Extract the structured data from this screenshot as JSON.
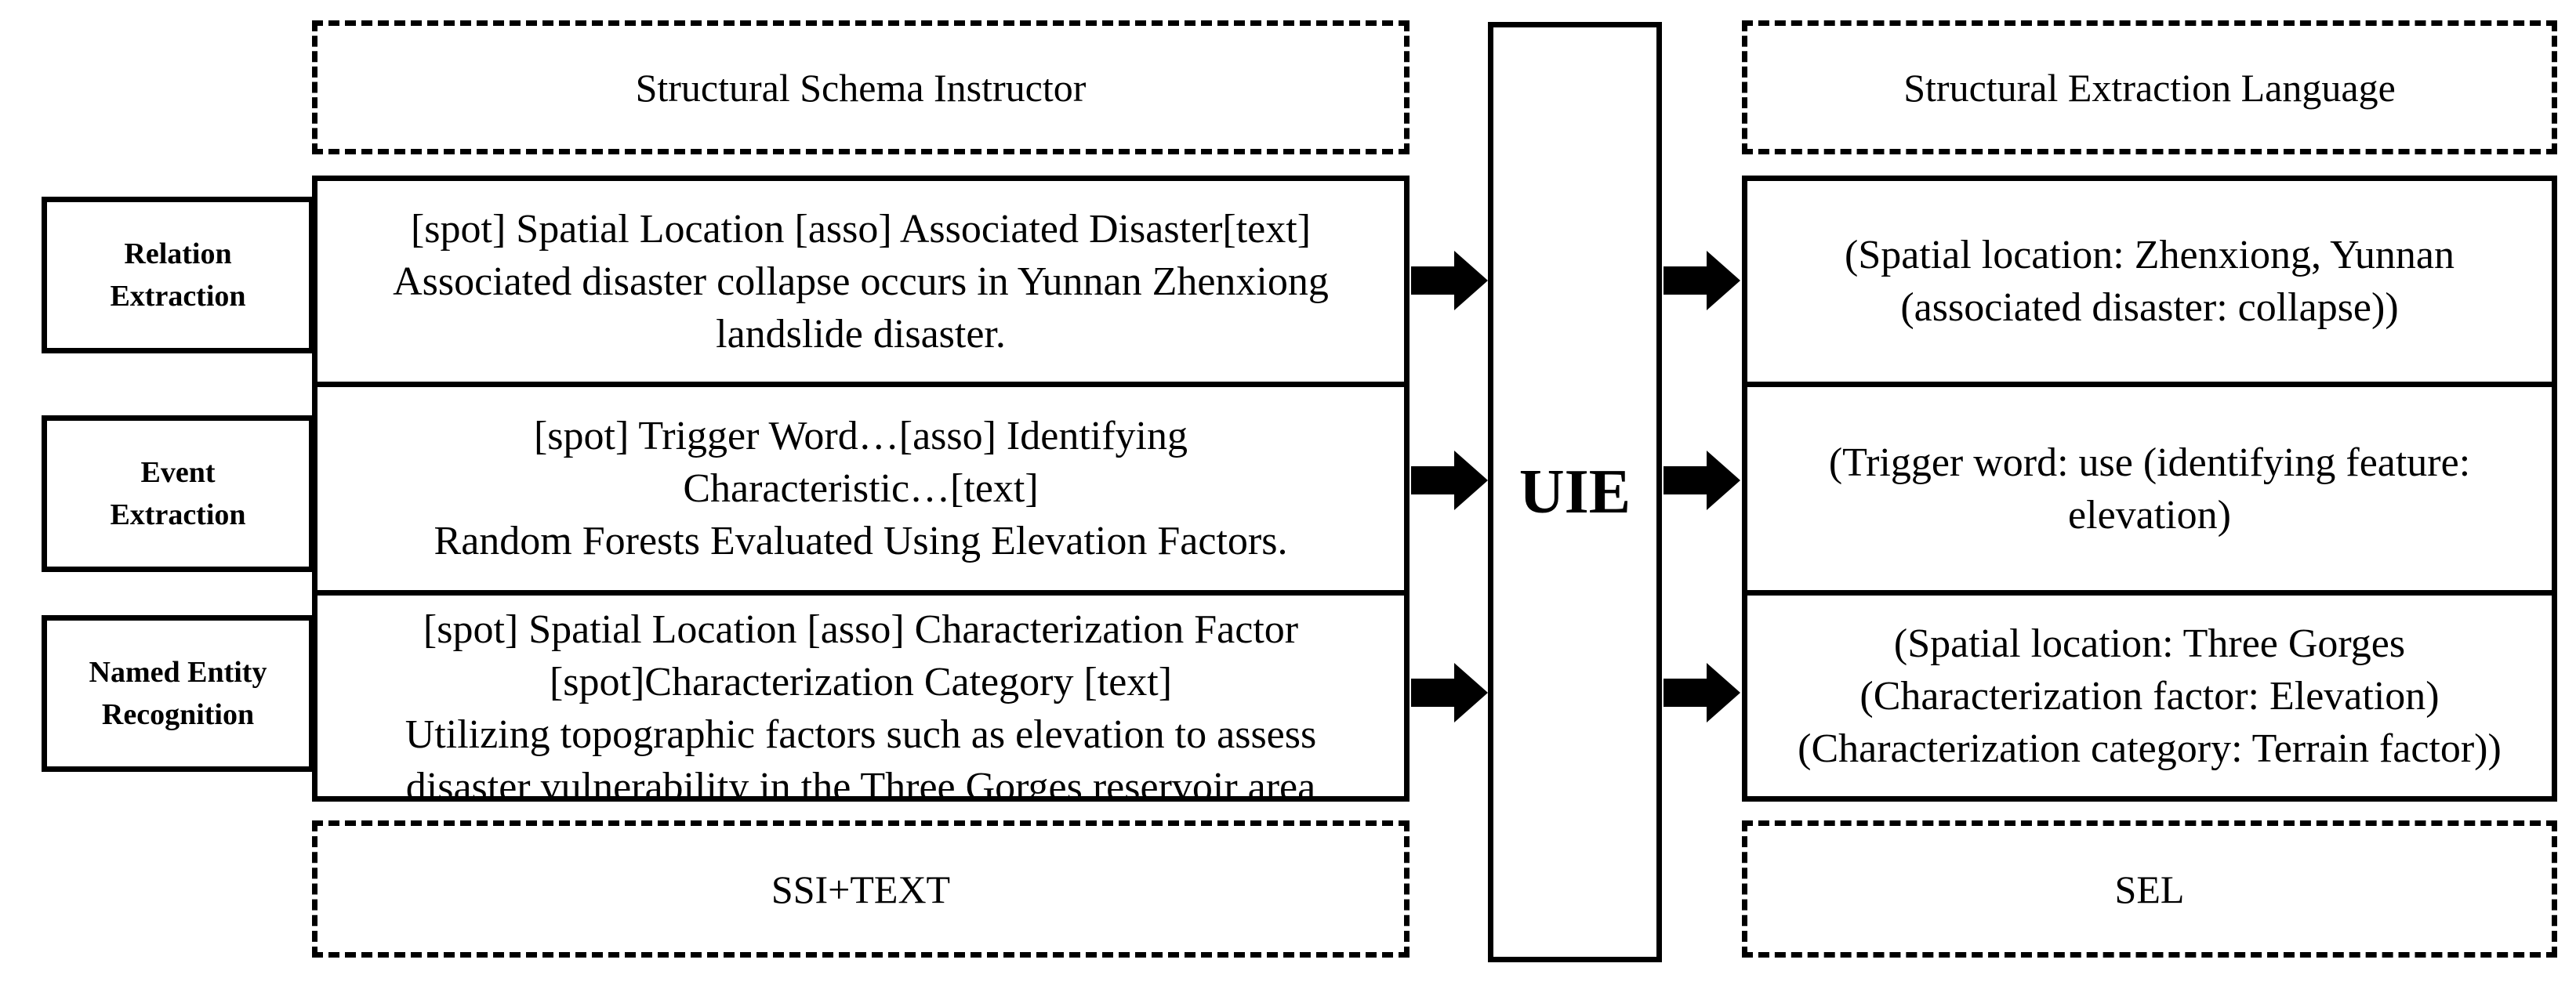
{
  "header": {
    "left_title": "Structural Schema Instructor",
    "right_title": "Structural Extraction Language"
  },
  "footer": {
    "left_label": "SSI+TEXT",
    "right_label": "SEL"
  },
  "center": {
    "label": "UIE"
  },
  "rows": [
    {
      "task_lines": [
        "Relation",
        "Extraction"
      ],
      "input_lines": [
        "[spot] Spatial Location [asso] Associated Disaster[text]",
        "Associated disaster collapse occurs in Yunnan Zhenxiong",
        "landslide disaster."
      ],
      "output_lines": [
        "(Spatial location: Zhenxiong, Yunnan",
        "(associated disaster: collapse))"
      ]
    },
    {
      "task_lines": [
        "Event",
        "Extraction"
      ],
      "input_lines": [
        "[spot] Trigger Word…[asso] Identifying",
        "Characteristic…[text]",
        "Random Forests Evaluated Using Elevation Factors."
      ],
      "output_lines": [
        "(Trigger word: use (identifying feature:",
        "elevation)"
      ]
    },
    {
      "task_lines": [
        "Named Entity",
        "Recognition"
      ],
      "input_lines": [
        "[spot] Spatial Location [asso] Characterization Factor",
        "[spot]Characterization Category [text]",
        "Utilizing topographic factors such as elevation to assess",
        "disaster vulnerability in the Three Gorges reservoir area"
      ],
      "output_lines": [
        "(Spatial location: Three Gorges",
        "(Characterization factor: Elevation)",
        "(Characterization category: Terrain factor))"
      ]
    }
  ]
}
